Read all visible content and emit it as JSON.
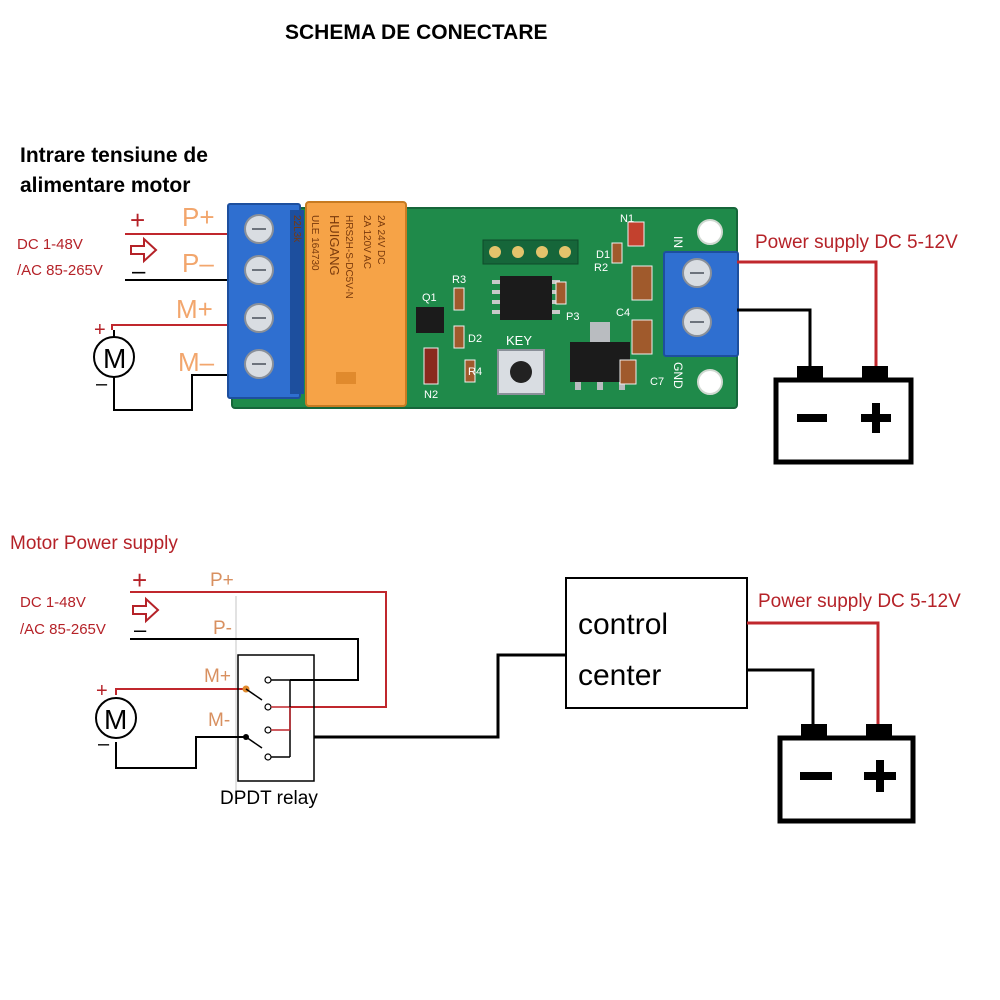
{
  "title": "SCHEMA DE CONECTARE",
  "top": {
    "heading_line1": "Intrare tensiune de",
    "heading_line2": "alimentare motor",
    "input_range_dc": "DC 1-48V",
    "input_range_ac": "/AC 85-265V",
    "plus_sign": "+",
    "minus_sign": "–",
    "terminal_p_plus": "P+",
    "terminal_p_minus": "P–",
    "terminal_m_plus": "M+",
    "terminal_m_minus": "M–",
    "motor_symbol": "M",
    "power_supply": "Power supply DC 5-12V",
    "battery_minus": "–",
    "battery_plus": "+",
    "board": {
      "relay_brand": "HUIGANG",
      "relay_model": "HRS2H-S-DC5V-N",
      "relay_ul": "ULE 164730",
      "relay_rating1": "2A 120V AC",
      "relay_rating2": "2A 24V DC",
      "relay_code": "22L3k",
      "key_label": "KEY",
      "in_label": "IN",
      "gnd_label": "GND",
      "n1": "N1",
      "n2": "N2",
      "d1": "D1",
      "d2": "D2",
      "q1": "Q1",
      "r2": "R2",
      "r3": "R3",
      "r4": "R4",
      "p3": "P3",
      "c4": "C4",
      "c7": "C7"
    }
  },
  "bottom": {
    "heading": "Motor Power supply",
    "input_range_dc": "DC 1-48V",
    "input_range_ac": "/AC 85-265V",
    "plus_sign": "+",
    "minus_sign": "–",
    "terminal_p_plus": "P+",
    "terminal_p_minus": "P-",
    "terminal_m_plus": "M+",
    "terminal_m_minus": "M-",
    "motor_symbol": "M",
    "relay_label": "DPDT relay",
    "control_line1": "control",
    "control_line2": "center",
    "power_supply": "Power supply DC 5-12V",
    "battery_minus": "–",
    "battery_plus": "+"
  },
  "colors": {
    "wire_red": "#c0272d",
    "wire_black": "#000000",
    "label_red": "#b52228",
    "label_orange": "#f2a66d",
    "pcb_green": "#1f8a4a",
    "terminal_blue": "#2f6fd0",
    "relay_orange": "#f6a347"
  }
}
